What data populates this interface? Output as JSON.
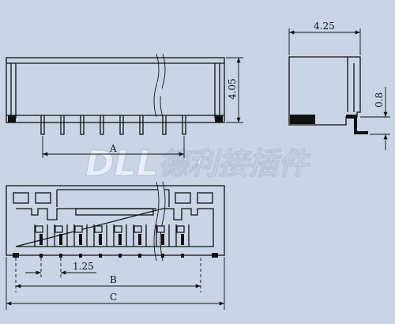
{
  "watermark": {
    "latin": "DLL",
    "cjk": "德利接插件"
  },
  "dimensions": {
    "side_width": "4.25",
    "top_height": "4.05",
    "side_step": "0.8",
    "pitch": "1.25",
    "label_a": "A",
    "label_b": "B",
    "label_c": "C"
  }
}
